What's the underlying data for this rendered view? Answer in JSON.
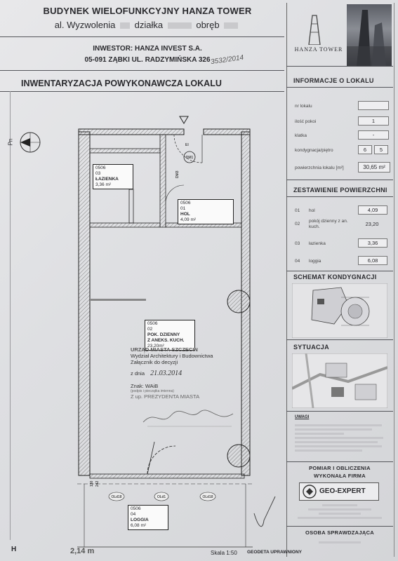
{
  "header": {
    "building": "BUDYNEK WIELOFUNKCYJNY HANZA TOWER",
    "address": "al. Wyzwolenia",
    "parcel_label": "działka",
    "precinct_label": "obręb",
    "investor": "INWESTOR: HANZA INVEST S.A.",
    "investor_address": "05-091 ZĄBKI UL. RADZYMIŃSKA 326",
    "annex_number": "3532/2014",
    "title": "INWENTARYZACJA POWYKONAWCZA LOKALU"
  },
  "brand": {
    "name": "HANZA TOWER"
  },
  "info": {
    "title": "INFORMACJE O LOKALU",
    "rows": [
      {
        "label": "nr lokalu",
        "value": ""
      },
      {
        "label": "ilość pokoi",
        "value": "1"
      },
      {
        "label": "klatka",
        "value": "-"
      },
      {
        "label": "kondygnacja/piętro",
        "value": "6",
        "value2": "5"
      },
      {
        "label": "powierzchnia lokalu [m²]",
        "value": "30,65 m²"
      }
    ]
  },
  "areas": {
    "title": "ZESTAWIENIE POWIERZCHNI",
    "rows": [
      {
        "no": "01",
        "name": "hol",
        "value": "4,09"
      },
      {
        "no": "02",
        "name": "pokój dzienny z an. kuch.",
        "value": "23,20"
      },
      {
        "no": "03",
        "name": "łazienka",
        "value": "3,36"
      },
      {
        "no": "04",
        "name": "loggia",
        "value": "6,08"
      }
    ]
  },
  "sections": {
    "schemat": "SCHEMAT KONDYGNACJI",
    "sytuacja": "SYTUACJA",
    "uwagi": "UWAGI",
    "pomiar": "POMIAR I OBLICZENIA",
    "wykonala": "WYKONAŁA FIRMA",
    "company": "GEO-EXPERT",
    "osoba": "OSOBA SPRAWDZAJĄCA"
  },
  "plan": {
    "north": "Pn",
    "rooms": [
      {
        "code": "0506",
        "no": "03",
        "name": "ŁAZIENKA",
        "area": "3,36 m²"
      },
      {
        "code": "0506",
        "no": "01",
        "name": "HOL",
        "area": "4,09 m²"
      },
      {
        "code": "0506",
        "no": "02",
        "name": "POK. DZIENNY",
        "name2": "Z ANEKS. KUCH.",
        "area": "23,20m²"
      },
      {
        "code": "0506",
        "no": "04",
        "name": "LOGGIA",
        "area": "6,08 m²"
      }
    ],
    "labels": {
      "dm1": "DM1",
      "dm3": "DM3",
      "ei": "EI",
      "dim1": "130",
      "dim2": "242"
    },
    "windows": [
      "OLd18",
      "OLd1",
      "OLd18"
    ]
  },
  "stamp": {
    "office": "URZĄD MIASTA SZCZECIN",
    "dept": "Wydział Architektury i Budownictwa",
    "attach": "Załącznik do decyzji",
    "date_prefix": "z dnia",
    "date": "21.03.2014",
    "sign": "Znak: WAiB",
    "signature_note": "(podpis i pieczątka imienna)",
    "prez": "Z up. PREZYDENTA MIASTA"
  },
  "footer": {
    "scale": "Skala 1:50",
    "geodeta": "GEODETA UPRAWNIONY",
    "scale_mark": "2,14 m"
  }
}
